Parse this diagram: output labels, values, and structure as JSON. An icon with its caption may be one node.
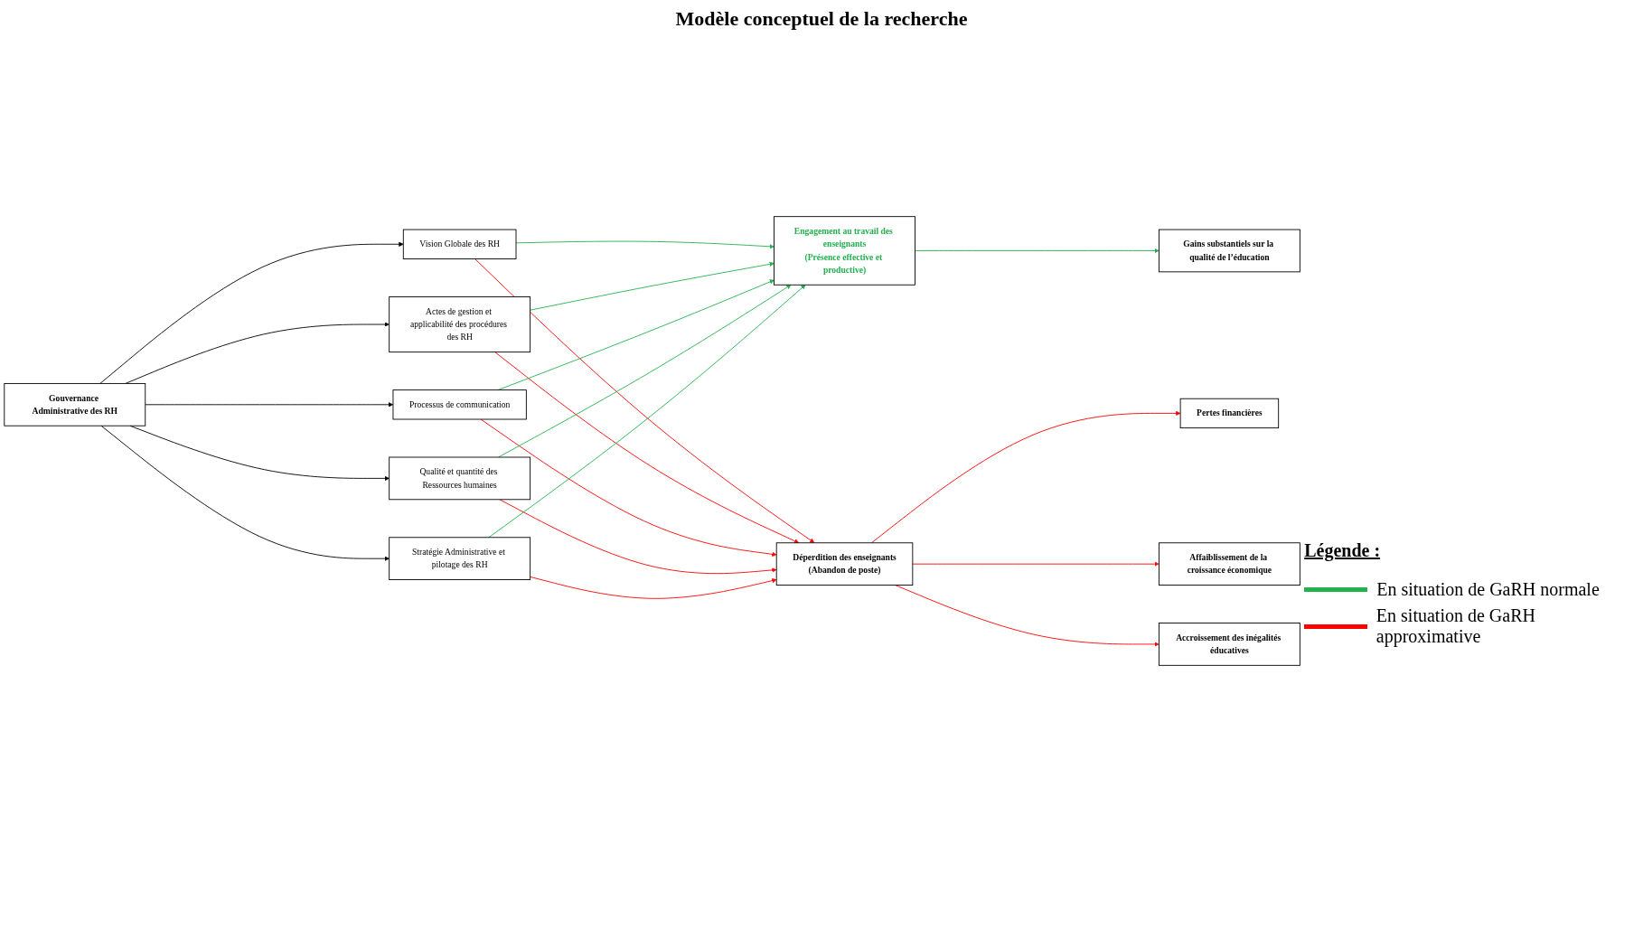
{
  "diagram": {
    "title": "Modèle conceptuel de la recherche",
    "nodes": [
      {
        "text": [
          "Gouvernance Administrative des RH"
        ]
      },
      {
        "text": [
          "Vision Globale des RH"
        ]
      },
      {
        "text": [
          "Actes de gestion et applicabilité des procédures des RH"
        ]
      },
      {
        "text": [
          "Processus de communication"
        ]
      },
      {
        "text": [
          "Qualité et quantité des Ressources humaines"
        ]
      },
      {
        "text": [
          "Stratégie Administrative et pilotage des RH"
        ]
      },
      {
        "text": [
          "Engagement au travail des enseignants",
          "(Présence effective et productive)"
        ]
      },
      {
        "text": [
          "Déperdition des enseignants",
          "(Abandon de poste)"
        ]
      },
      {
        "text": [
          "Gains substantiels sur la qualité de l’éducation"
        ]
      },
      {
        "text": [
          "Pertes financières"
        ]
      },
      {
        "text": [
          "Affaiblissement de la croissance économique"
        ]
      },
      {
        "text": [
          "Accroissement des inégalités éducatives"
        ]
      }
    ],
    "edges": [
      {
        "from": 0,
        "to": 1,
        "arrow": "to",
        "color": "#000000"
      },
      {
        "from": 0,
        "to": 2,
        "arrow": "to",
        "color": "#000000"
      },
      {
        "from": 0,
        "to": 3,
        "arrow": "to",
        "color": "#000000"
      },
      {
        "from": 0,
        "to": 4,
        "arrow": "to",
        "color": "#000000"
      },
      {
        "from": 0,
        "to": 5,
        "arrow": "to",
        "color": "#000000"
      },
      {
        "from": 1,
        "to": 6,
        "arrow": "to",
        "color": "#22b14c"
      },
      {
        "from": 1,
        "to": 7,
        "arrow": "to",
        "color": "#ff0000"
      },
      {
        "from": 2,
        "to": 6,
        "arrow": "to",
        "color": "#22b14c"
      },
      {
        "from": 2,
        "to": 7,
        "arrow": "to",
        "color": "#ff0000"
      },
      {
        "from": 3,
        "to": 6,
        "arrow": "to",
        "color": "#22b14c"
      },
      {
        "from": 3,
        "to": 7,
        "arrow": "to",
        "color": "#ff0000"
      },
      {
        "from": 4,
        "to": 6,
        "arrow": "to",
        "color": "#22b14c"
      },
      {
        "from": 4,
        "to": 7,
        "arrow": "to",
        "color": "#ff0000"
      },
      {
        "from": 5,
        "to": 6,
        "arrow": "to",
        "color": "#22b14c"
      },
      {
        "from": 5,
        "to": 7,
        "arrow": "to",
        "color": "#ff0000"
      },
      {
        "from": 6,
        "to": 8,
        "arrow": "to",
        "color": "#22b14c"
      },
      {
        "from": 7,
        "to": 9,
        "arrow": "to",
        "color": "#ff0000"
      },
      {
        "from": 7,
        "to": 10,
        "arrow": "to",
        "color": "#ff0000"
      },
      {
        "from": 7,
        "to": 11,
        "arrow": "to",
        "color": "#ff0000"
      }
    ],
    "labels": [
      "Légende :"
    ],
    "legend": [
      {
        "text": "En situation de GaRH normale"
      },
      {
        "text": "En situation de GaRH approximative"
      }
    ]
  }
}
